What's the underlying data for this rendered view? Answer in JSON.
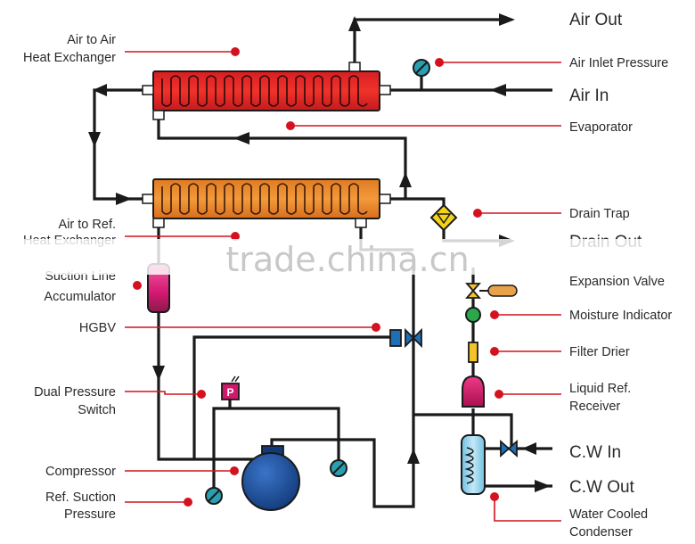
{
  "labels": {
    "air_to_air_1": "Air to Air",
    "air_to_air_2": "Heat Exchanger",
    "air_to_ref_1": "Air to Ref.",
    "air_to_ref_2": "Heat Exchanger",
    "suction_1": "Suction Line",
    "suction_2": "Accumulator",
    "hgbv": "HGBV",
    "dual_1": "Dual Pressure",
    "dual_2": "Switch",
    "compressor": "Compressor",
    "ref_suction_1": "Ref. Suction",
    "ref_suction_2": "Pressure",
    "air_out": "Air Out",
    "air_inlet_pressure": "Air Inlet Pressure",
    "air_in": "Air In",
    "evaporator": "Evaporator",
    "drain_trap": "Drain Trap",
    "drain_out": "Drain Out",
    "expansion_valve": "Expansion Valve",
    "moisture_indicator": "Moisture Indicator",
    "filter_drier": "Filter Drier",
    "liquid_1": "Liquid Ref.",
    "liquid_2": "Receiver",
    "cw_in": "C.W In",
    "cw_out": "C.W Out",
    "water_1": "Water Cooled",
    "water_2": "Condenser",
    "pressure_switch_letter": "P"
  },
  "watermark": "trade.china.cn",
  "colors": {
    "leader": "#d4121f",
    "pipe": "#1a1a1a",
    "hx_top": "#e8252a",
    "hx_bottom": "#e8832a",
    "compressor": "#1d4f9c",
    "accumulator": "#e0207a",
    "gauge": "#2a9fb0",
    "valve": "#1f6fb4",
    "drain_trap": "#f5d21a",
    "moisture": "#2aa84a",
    "filter": "#f3c42a",
    "receiver": "#d0186c",
    "condenser": "#8fd0ea"
  }
}
